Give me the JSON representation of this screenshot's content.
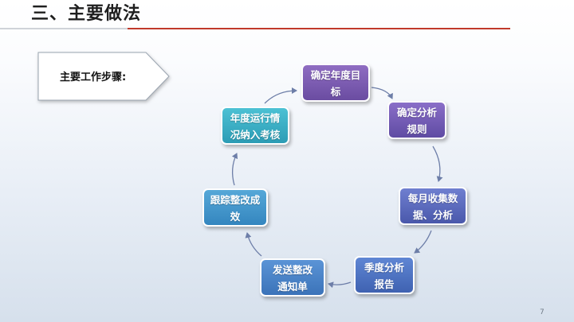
{
  "slide": {
    "title": "三、主要做法",
    "callout": "主要工作步骤:",
    "page_number": "7"
  },
  "cycle": {
    "steps": [
      {
        "line1": "确定年度目",
        "line2": "标"
      },
      {
        "line1": "确定分析",
        "line2": "规则"
      },
      {
        "line1": "每月收集数",
        "line2": "据、分析"
      },
      {
        "line1": "季度分析",
        "line2": "报告"
      },
      {
        "line1": "发送整改",
        "line2": "通知单"
      },
      {
        "line1": "跟踪整改成",
        "line2": "效"
      },
      {
        "line1": "年度运行情",
        "line2": "况纳入考核"
      }
    ]
  },
  "colors": {
    "title_rule_red": "#c0392b",
    "title_rule_grey": "#cfd3d8",
    "arrow": "#6d7ea8"
  }
}
